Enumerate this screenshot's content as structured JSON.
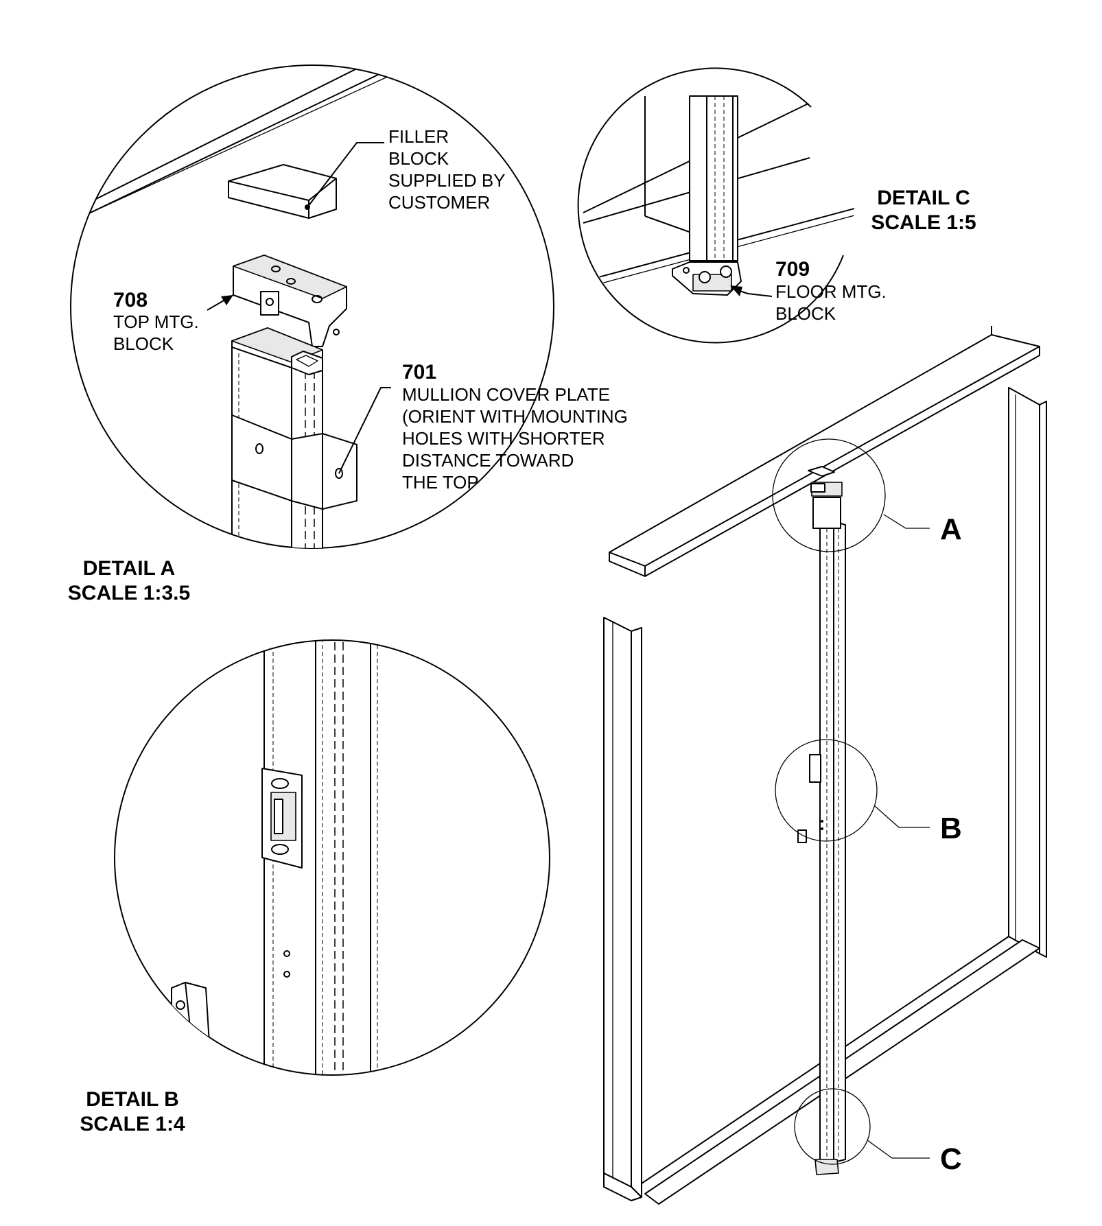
{
  "detail_a": {
    "title": "DETAIL A",
    "scale": "SCALE 1:3.5",
    "filler_block": [
      "FILLER",
      "BLOCK",
      "SUPPLIED BY",
      "CUSTOMER"
    ],
    "top_mtg_block": {
      "number": "708",
      "lines": [
        "TOP MTG.",
        "BLOCK"
      ]
    },
    "mullion_cover_plate": {
      "number": "701",
      "lines": [
        "MULLION COVER PLATE",
        "(ORIENT WITH MOUNTING",
        "HOLES WITH SHORTER",
        "DISTANCE TOWARD",
        "THE TOP"
      ]
    }
  },
  "detail_b": {
    "title": "DETAIL B",
    "scale": "SCALE 1:4"
  },
  "detail_c": {
    "title": "DETAIL C",
    "scale": "SCALE 1:5",
    "floor_mtg_block": {
      "number": "709",
      "lines": [
        "FLOOR MTG.",
        "BLOCK"
      ]
    }
  },
  "callouts": {
    "a": "A",
    "b": "B",
    "c": "C"
  }
}
